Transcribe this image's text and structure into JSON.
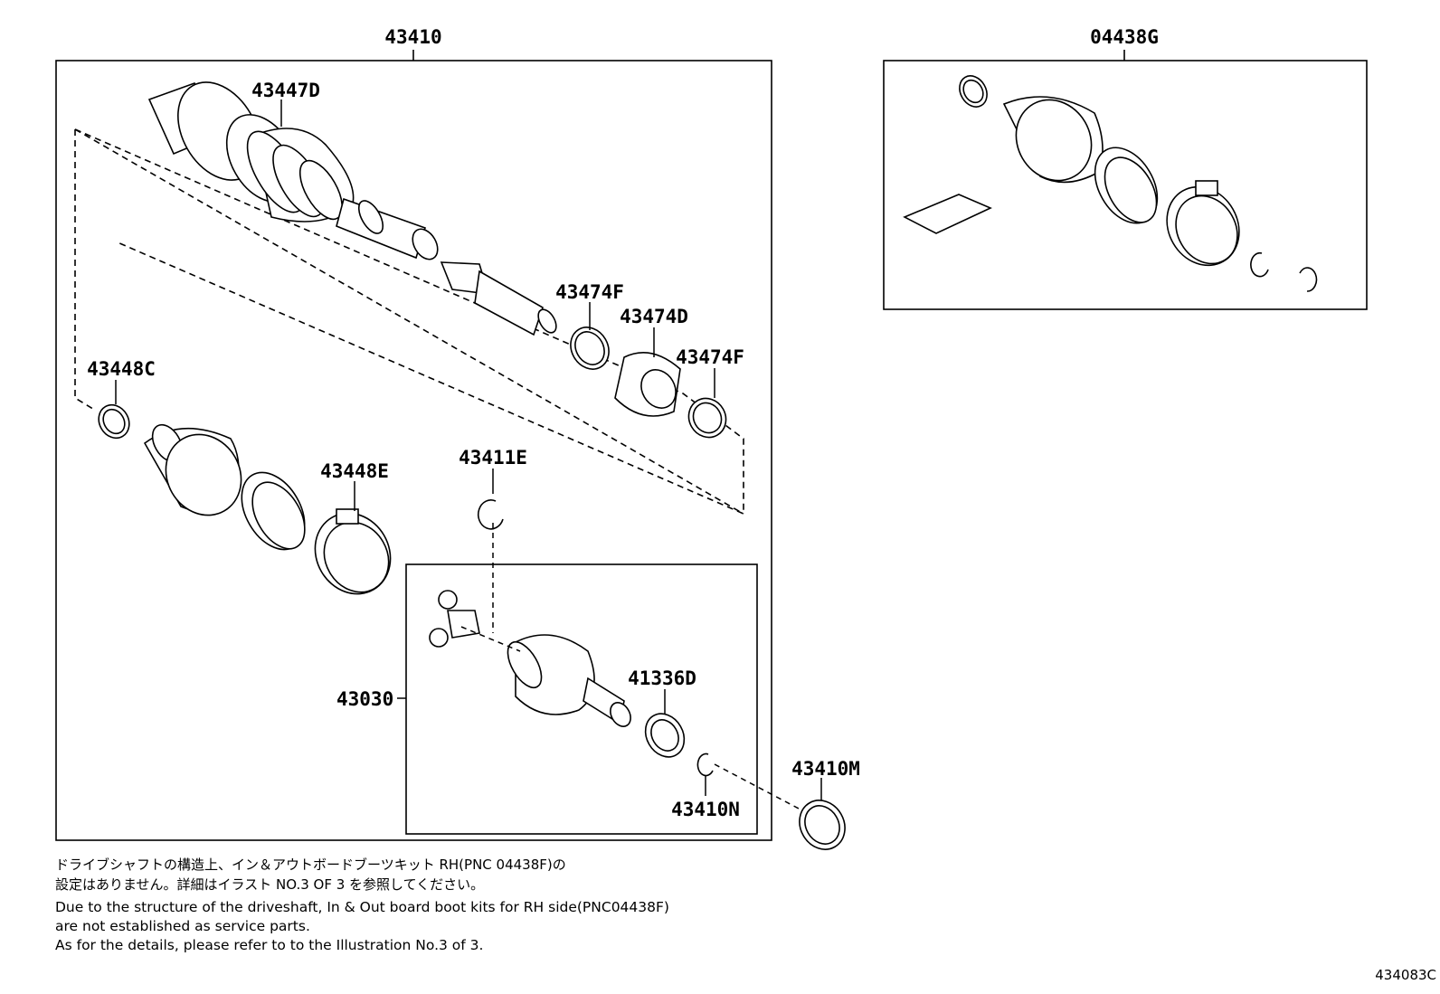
{
  "labels": {
    "assembly": "43410",
    "kit": "04438G",
    "outer_joint_boot": "43447D",
    "clamp_inner_1": "43474F",
    "dust_boot": "43474D",
    "clamp_inner_2": "43474F",
    "clamp_small": "43448C",
    "clamp_large": "43448E",
    "snap_ring": "43411E",
    "inner_joint": "43030",
    "dust_seal": "41336D",
    "snap_ring_2": "43410N",
    "seal_ring": "43410M"
  },
  "notes": {
    "jp_line1": "ドライブシャフトの構造上、イン＆アウトボードブーツキット RH(PNC 04438F)の",
    "jp_line2": "設定はありません。詳細はイラスト NO.3 OF 3 を参照してください。",
    "en_line1": "Due to the structure of the driveshaft, In & Out board  boot kits for RH side(PNC04438F)",
    "en_line2": "are not established as service parts.",
    "en_line3": "As for the details, please refer to to the Illustration No.3 of 3."
  },
  "figure_code": "434083C"
}
